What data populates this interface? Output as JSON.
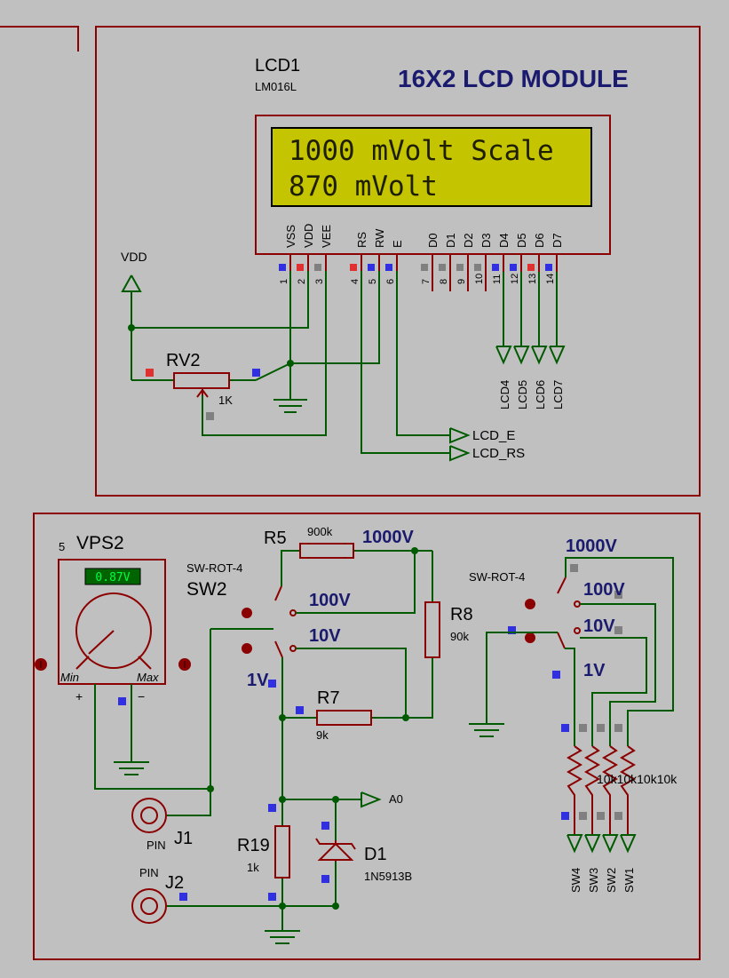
{
  "lcd": {
    "ref": "LCD1",
    "part": "LM016L",
    "title": "16X2  LCD MODULE",
    "line1": "1000 mVolt Scale",
    "line2": "870 mVolt",
    "pins": [
      {
        "name": "VSS",
        "num": "1"
      },
      {
        "name": "VDD",
        "num": "2"
      },
      {
        "name": "VEE",
        "num": "3"
      },
      {
        "name": "RS",
        "num": "4"
      },
      {
        "name": "RW",
        "num": "5"
      },
      {
        "name": "E",
        "num": "6"
      },
      {
        "name": "D0",
        "num": "7"
      },
      {
        "name": "D1",
        "num": "8"
      },
      {
        "name": "D2",
        "num": "9"
      },
      {
        "name": "D3",
        "num": "10"
      },
      {
        "name": "D4",
        "num": "11"
      },
      {
        "name": "D5",
        "num": "12"
      },
      {
        "name": "D6",
        "num": "13"
      },
      {
        "name": "D7",
        "num": "14"
      }
    ]
  },
  "top": {
    "vdd": "VDD",
    "rv2": "RV2",
    "rv2_val": "1K",
    "lcd_d": [
      "LCD4",
      "LCD5",
      "LCD6",
      "LCD7"
    ],
    "lcd_e": "LCD_E",
    "lcd_rs": "LCD_RS"
  },
  "vps": {
    "num": "5",
    "ref": "VPS2",
    "display": "0.87V",
    "min": "Min",
    "max": "Max",
    "plus": "+",
    "minus": "−"
  },
  "sw2": {
    "type": "SW-ROT-4",
    "ref": "SW2",
    "pos": [
      "1000V",
      "100V",
      "10V",
      "1V"
    ]
  },
  "sw_right": {
    "type": "SW-ROT-4",
    "pos": [
      "1000V",
      "100V",
      "10V",
      "1V"
    ]
  },
  "r5": {
    "ref": "R5",
    "val": "900k"
  },
  "r8": {
    "ref": "R8",
    "val": "90k"
  },
  "r7": {
    "ref": "R7",
    "val": "9k"
  },
  "r19": {
    "ref": "R19",
    "val": "1k"
  },
  "d1": {
    "ref": "D1",
    "val": "1N5913B"
  },
  "a0": "A0",
  "j1": {
    "ref": "J1",
    "type": "PIN"
  },
  "j2": {
    "ref": "J2",
    "type": "PIN"
  },
  "pullups": {
    "vals": "10k10k10k10k",
    "nets": [
      "SW4",
      "SW3",
      "SW2",
      "SW1"
    ]
  },
  "colors": {
    "background": "#c0c0c0",
    "wire": "#005a00",
    "component": "#8b0000",
    "title": "#1a1a6e",
    "lcd_screen": "#c4c400"
  }
}
